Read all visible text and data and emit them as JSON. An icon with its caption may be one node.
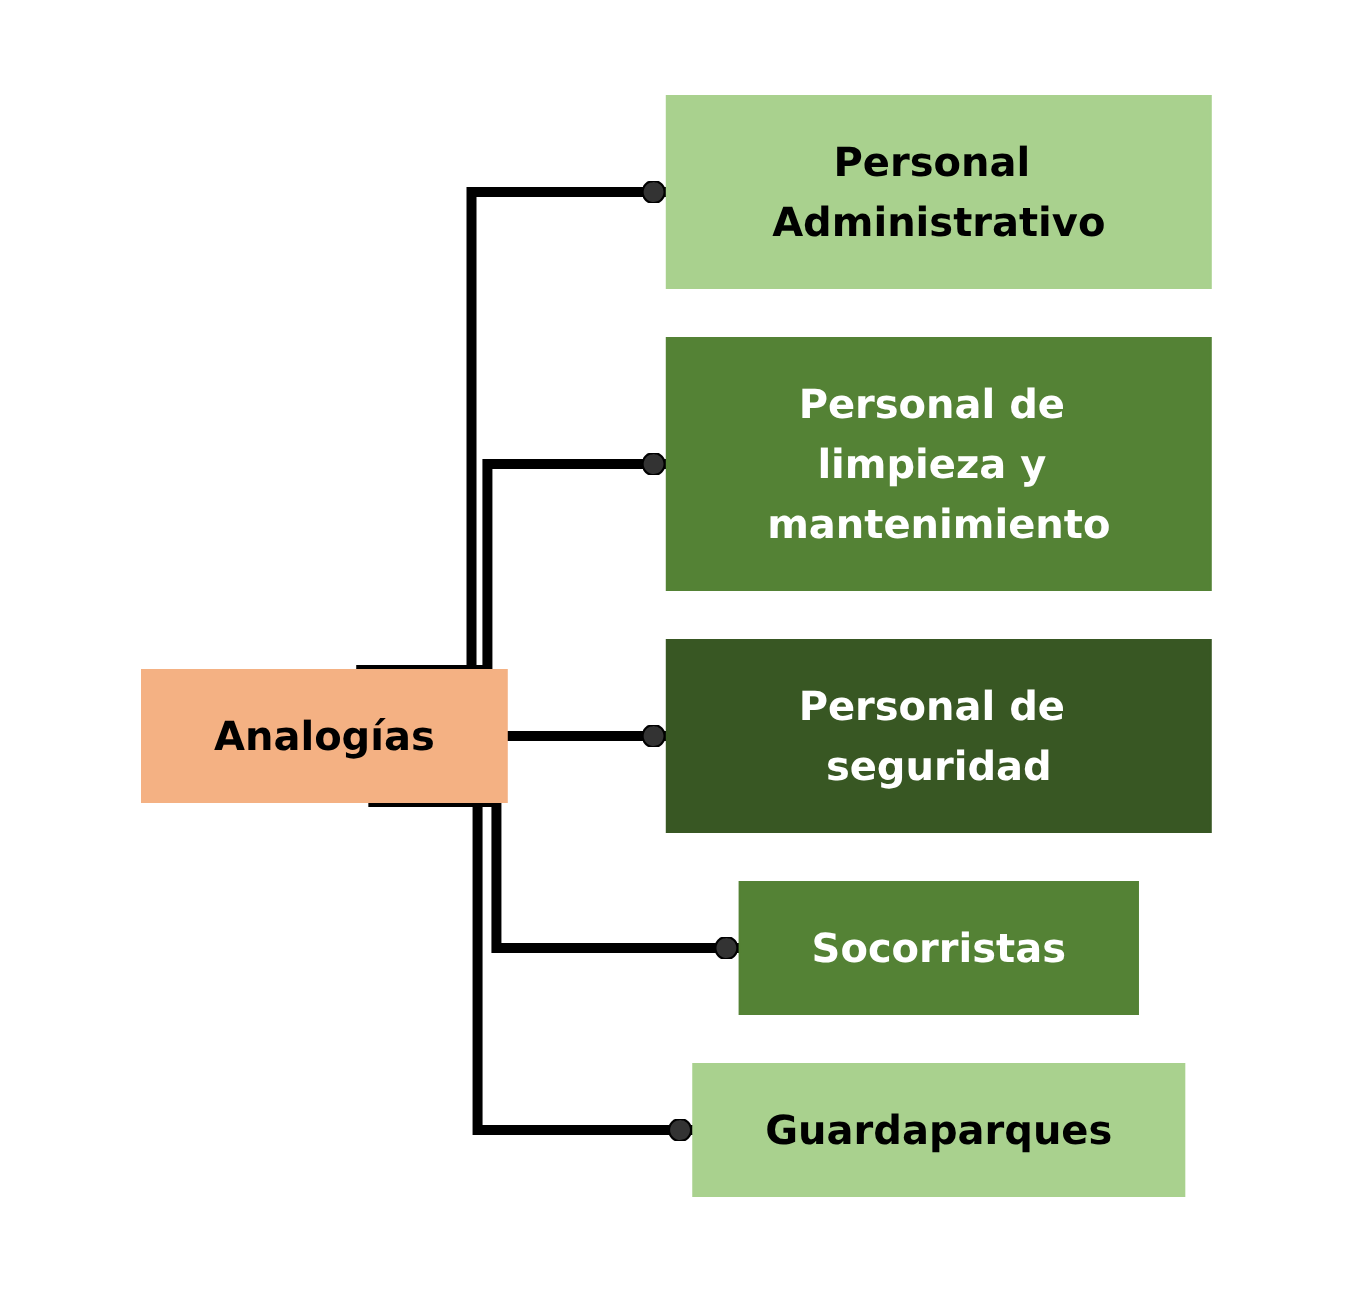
{
  "diagram": {
    "nodes": [
      {
        "text": [
          "Analogías"
        ]
      },
      {
        "text": [
          "Personal Administrativo"
        ]
      },
      {
        "text": [
          "Personal de limpieza y mantenimiento"
        ]
      },
      {
        "text": [
          "Personal de seguridad"
        ]
      },
      {
        "text": [
          "Socorristas"
        ]
      },
      {
        "text": [
          "Guardaparques"
        ]
      }
    ],
    "edges": [
      {
        "from": 0,
        "to": 1,
        "arrow": "other"
      },
      {
        "from": 0,
        "to": 2,
        "arrow": "other"
      },
      {
        "from": 0,
        "to": 3,
        "arrow": "other"
      },
      {
        "from": 0,
        "to": 4,
        "arrow": "other"
      },
      {
        "from": 0,
        "to": 5,
        "arrow": "other"
      }
    ]
  }
}
